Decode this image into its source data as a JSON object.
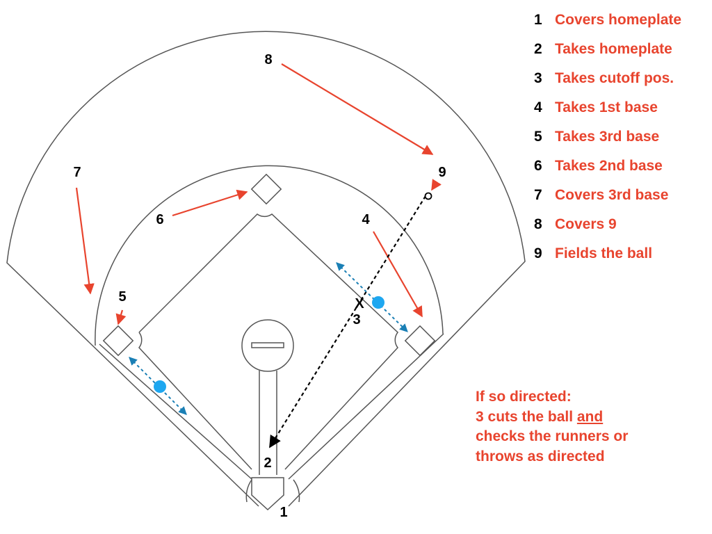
{
  "colors": {
    "field_lines": "#555555",
    "arrows": "#e8442e",
    "legend_text": "#e8442e",
    "runner_dots": "#1ea7f0",
    "runner_arrows": "#1a7fb5",
    "throw_line": "#000000"
  },
  "legend": [
    {
      "number": "1",
      "text": "Covers homeplate"
    },
    {
      "number": "2",
      "text": "Takes homeplate"
    },
    {
      "number": "3",
      "text": "Takes cutoff pos."
    },
    {
      "number": "4",
      "text": "Takes 1st base"
    },
    {
      "number": "5",
      "text": "Takes 3rd base"
    },
    {
      "number": "6",
      "text": "Takes 2nd base"
    },
    {
      "number": "7",
      "text": "Covers 3rd base"
    },
    {
      "number": "8",
      "text": "Covers 9"
    },
    {
      "number": "9",
      "text": "Fields the ball"
    }
  ],
  "positions": {
    "p1": "1",
    "p2": "2",
    "p3": "3",
    "p4": "4",
    "p5": "5",
    "p6": "6",
    "p7": "7",
    "p8": "8",
    "p9": "9",
    "cutoff_mark": "X"
  },
  "note": {
    "line1": "If so directed:",
    "line2_prefix": "3 cuts the ball ",
    "line2_underlined": "and",
    "line3": "checks the runners or",
    "line4": "throws as directed"
  },
  "icons": {
    "ball": "ball-icon",
    "runner": "runner-dot-icon",
    "base": "base-icon",
    "homeplate": "homeplate-icon",
    "pitchers_mound": "pitchers-mound-icon"
  }
}
